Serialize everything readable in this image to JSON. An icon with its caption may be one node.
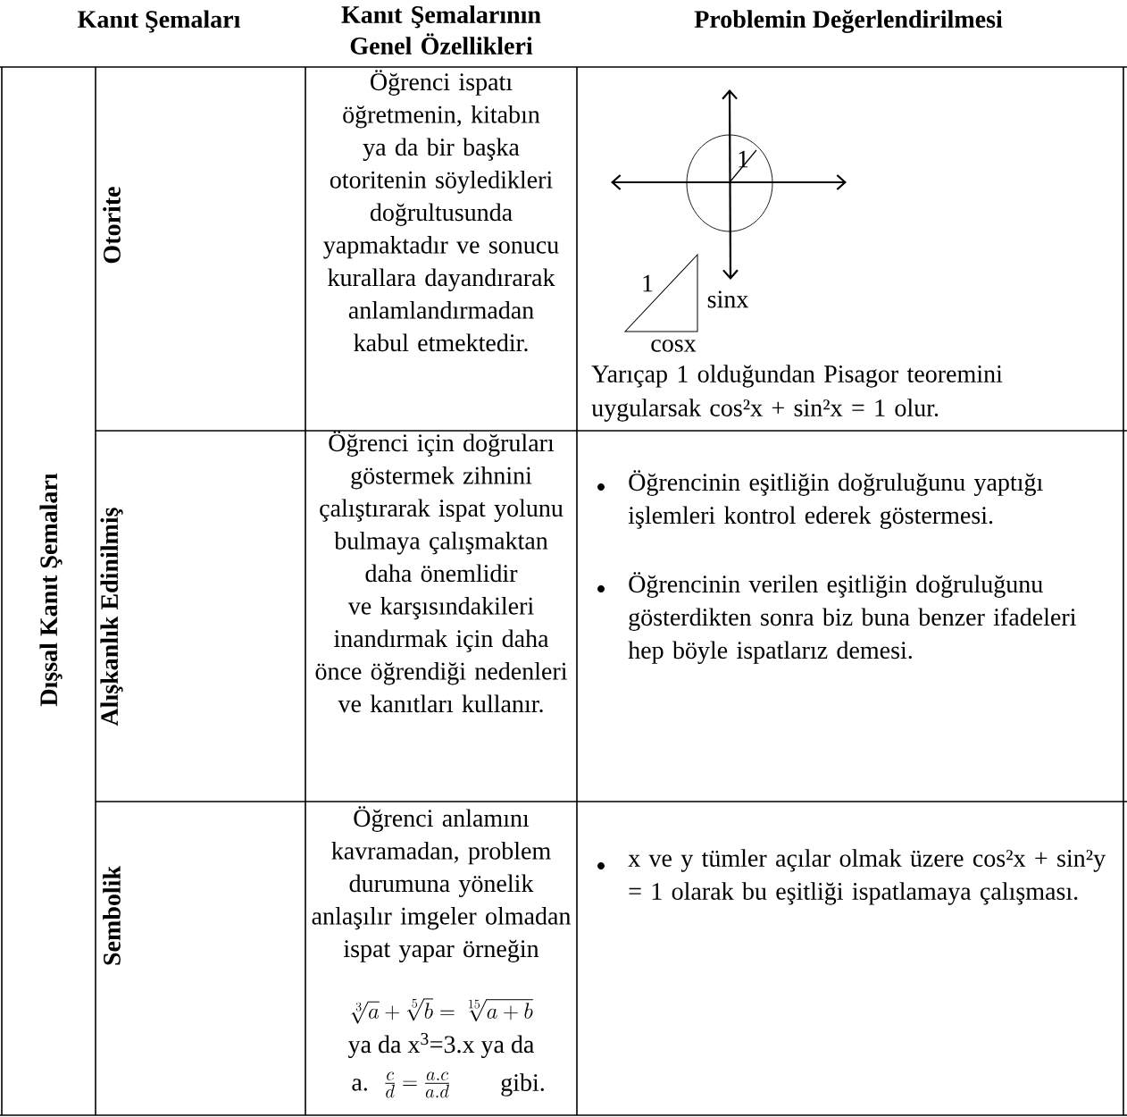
{
  "diagram": {
    "labels": [
      "Kanıt Şemaları",
      "Kanıt Şemalarının Genel Özellikleri",
      "Problemin Değerlendirilmesi",
      "Dışsal Kanıt Şemaları",
      "Otorite",
      "Öğrenci ispatı öğretmenin, kitabın ya da bir başka otoritenin söyledikleri doğrultusunda yapmaktadır ve sonucu kurallara dayandırarak anlamlandırmadan kabul etmektedir.",
      "1",
      "1",
      "sinx",
      "cosx",
      "Yarıçap 1 olduğundan Pisagor teoremini uygularsak cos²x + sin²x = 1 olur.",
      "Alışkanlık Edinilmiş",
      "Öğrenci için doğruları göstermek zihnini çalıştırarak ispat yolunu bulmaya çalışmaktan daha önemlidir ve karşısındakileri inandırmak için daha önce öğrendiği nedenleri ve kanıtları kullanır.",
      "Öğrencinin eşitliğin doğruluğunu yaptığı işlemleri kontrol ederek göstermesi.",
      "Öğrencinin verilen eşitliğin doğruluğunu gösterdikten sonra biz buna benzer ifadeleri hep böyle ispatlarız demesi.",
      "Sembolik",
      "Öğrenci anlamını kavramadan, problem durumuna yönelik anlaşılır imgeler olmadan ispat yapar örneğin",
      "\\sqrt[3]{a}+\\sqrt[5]{b}=\\sqrt[15]{a+b}",
      "ya da x$^{3}$=3.x ya da",
      "a.",
      "\\frac{c}{d}=\\frac{a.c}{a.d}",
      "gibi.",
      "x ve y tümler açılar olmak üzere cos²x + sin²y = 1 olarak bu eşitliği ispatlamaya çalışması."
    ]
  }
}
